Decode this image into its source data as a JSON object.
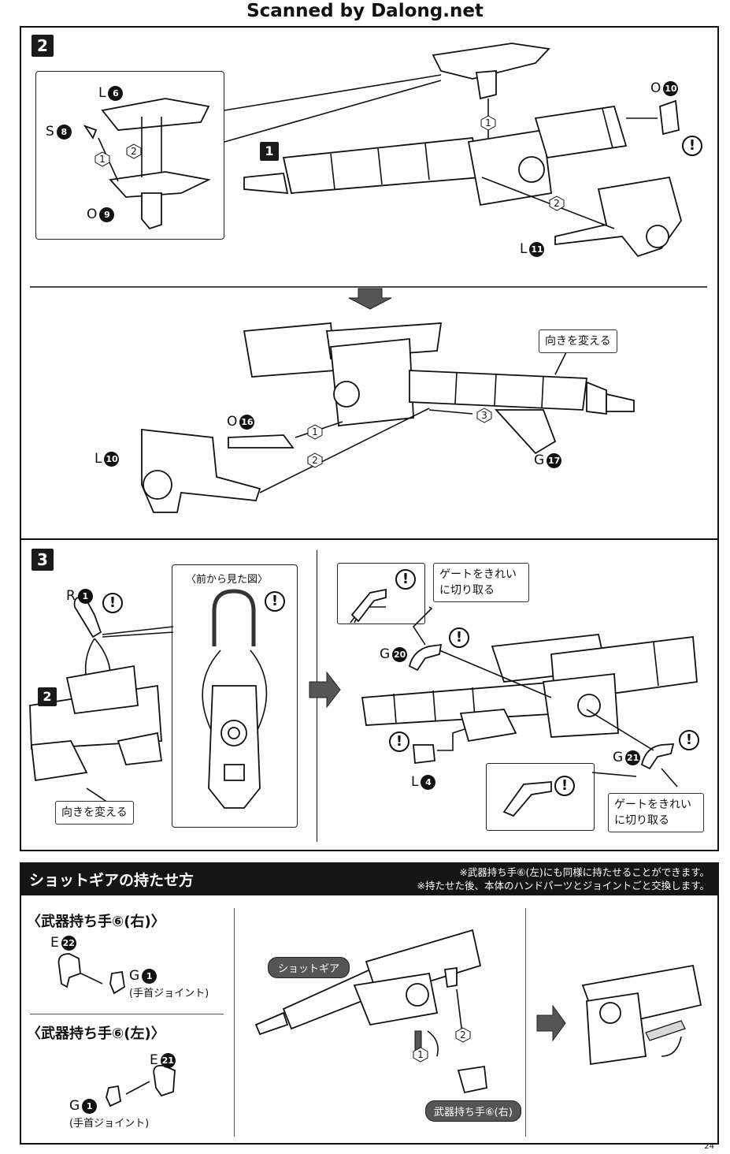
{
  "banner": "Scanned by Dalong.net",
  "step2": {
    "number": "2",
    "inset_labels": {
      "l6": "L",
      "l6n": "6",
      "s8": "S",
      "s8n": "8",
      "o9": "O",
      "o9n": "9"
    },
    "inset_steps": [
      "1",
      "2"
    ],
    "main_label_1": "1",
    "labels": {
      "o10": "O",
      "o10n": "10",
      "l11": "L",
      "l11n": "11"
    },
    "steps": [
      "1",
      "2"
    ],
    "warn": "!"
  },
  "step2b": {
    "turn_note": "向きを変える",
    "labels": {
      "o16": "O",
      "o16n": "16",
      "l10": "L",
      "l10n": "10",
      "g17": "G",
      "g17n": "17"
    },
    "steps": [
      "1",
      "2",
      "3"
    ]
  },
  "step3": {
    "number": "3",
    "labels": {
      "r1": "R",
      "r1n": "1",
      "g20": "G",
      "g20n": "20",
      "g21": "G",
      "g21n": "21",
      "l4": "L",
      "l4n": "4"
    },
    "front_view": "〈前から見た図〉",
    "turn_note": "向きを変える",
    "sub_label": "2",
    "gate_note_1": "ゲートをきれい\nに切り取る",
    "gate_note_2": "ゲートをきれい\nに切り取る",
    "warn": "!"
  },
  "shot": {
    "title": "ショットギアの持たせ方",
    "note1": "※武器持ち手⑥(左)にも同様に持たせることができます。",
    "note2": "※持たせた後、本体のハンドパーツとジョイントごと交換します。",
    "right_head": "〈武器持ち手⑥(右)〉",
    "left_head": "〈武器持ち手⑥(左)〉",
    "labels": {
      "e22": "E",
      "e22n": "22",
      "g1": "G",
      "g1n": "1",
      "e21": "E",
      "e21n": "21",
      "g1b": "G",
      "g1bn": "1"
    },
    "joint": "(手首ジョイント)",
    "pill_gear": "ショットギア",
    "pill_hand": "武器持ち手⑥(右)",
    "steps": [
      "1",
      "2"
    ]
  },
  "page_number": "24"
}
